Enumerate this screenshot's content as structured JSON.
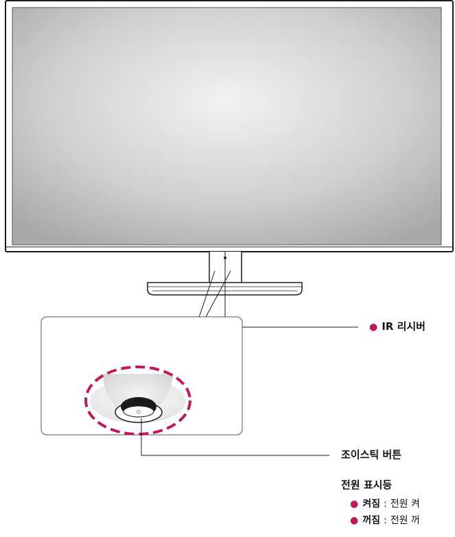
{
  "labels": {
    "ir_receiver": "IR 리시버",
    "joystick_button": "조이스틱 버튼",
    "power_indicator": "전원 표시등"
  },
  "power_states": [
    {
      "term": "켜짐",
      "separator": ":",
      "desc": "전원 켜"
    },
    {
      "term": "꺼짐",
      "separator": ":",
      "desc": "전원 꺼"
    }
  ],
  "colors": {
    "bullet": "#c2185b",
    "dashed_circle": "#c2185b",
    "outline": "#1a1a1a"
  }
}
